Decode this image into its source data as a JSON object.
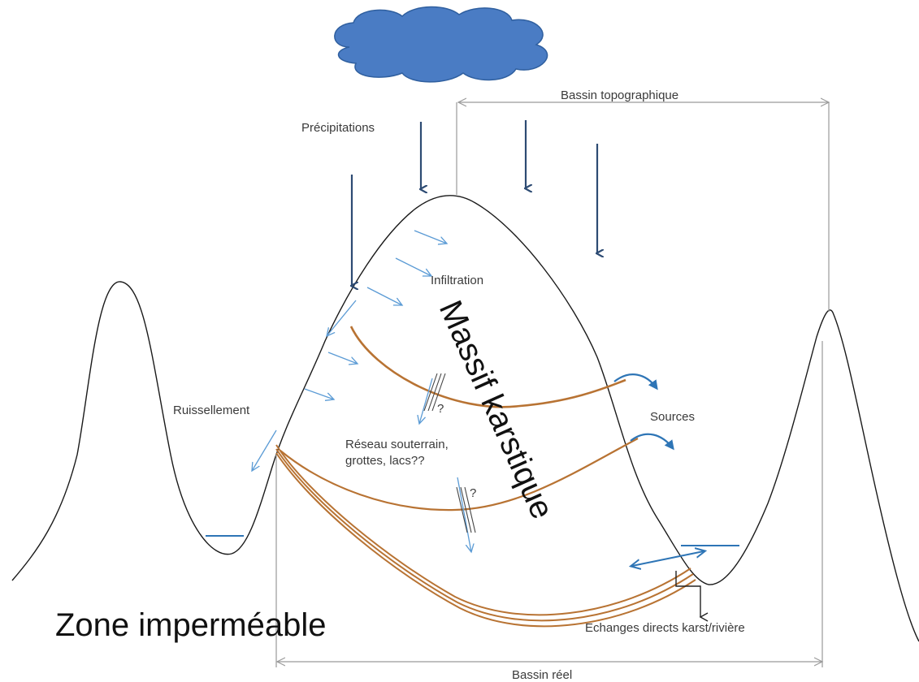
{
  "labels": {
    "basin_topographic": "Bassin topographique",
    "basin_real": "Bassin réel",
    "precipitation": "Précipitations",
    "infiltration": "Infiltration",
    "runoff": "Ruissellement",
    "underground_network_line1": "Réseau souterrain,",
    "underground_network_line2": "grottes, lacs??",
    "springs": "Sources",
    "exchanges": "Echanges directs karst/rivière",
    "massif": "Massif karstique",
    "impermeable_zone": "Zone imperméable",
    "question_mark_1": "?",
    "question_mark_2": "?"
  },
  "colors": {
    "outline": "#1a1a1a",
    "cloud": "#4a7cc4",
    "cloud_edge": "#2f5f9f",
    "rain_arrow": "#2d4b73",
    "infiltration_arrow": "#5b9bd5",
    "conduit": "#b87333",
    "water": "#2e75b6",
    "dimension_line": "#9a9a9a"
  }
}
